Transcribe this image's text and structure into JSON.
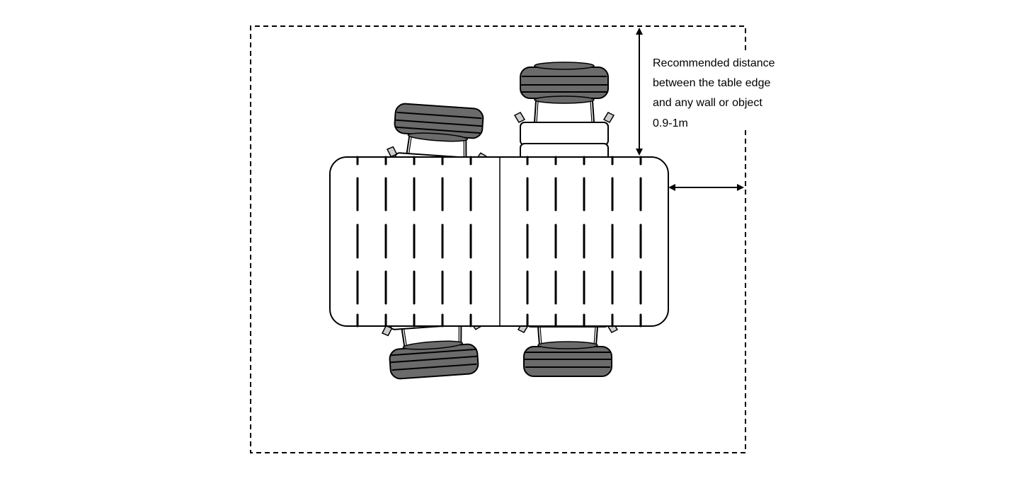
{
  "annotation": {
    "lines": [
      "Recommended distance",
      "between the table edge",
      "and any wall or object",
      "0.9-1m"
    ]
  },
  "colors": {
    "stroke": "#000000",
    "seat_fill": "#6b6b6b",
    "background": "#ffffff"
  }
}
